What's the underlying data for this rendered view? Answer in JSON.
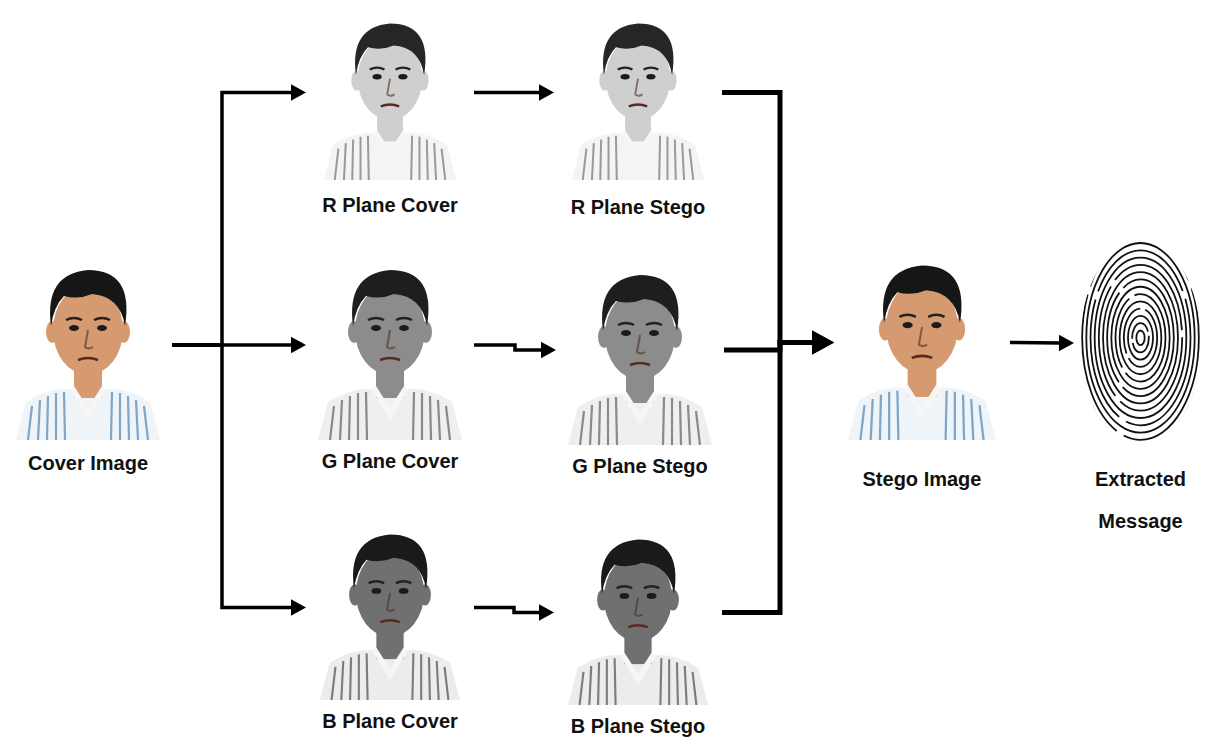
{
  "diagram": {
    "nodes": [
      {
        "text": [
          "Cover Image"
        ]
      },
      {
        "text": [
          "R Plane Cover"
        ]
      },
      {
        "text": [
          "R Plane Stego"
        ]
      },
      {
        "text": [
          "G Plane Cover"
        ]
      },
      {
        "text": [
          "G Plane Stego"
        ]
      },
      {
        "text": [
          "B Plane Cover"
        ]
      },
      {
        "text": [
          "B Plane Stego"
        ]
      },
      {
        "text": [
          "Stego Image"
        ]
      },
      {
        "text": [
          "Extracted Message"
        ]
      }
    ],
    "edges": [
      {
        "from": 0,
        "to": 1,
        "arrow": "to"
      },
      {
        "from": 0,
        "to": 3,
        "arrow": "to"
      },
      {
        "from": 0,
        "to": 5,
        "arrow": "to"
      },
      {
        "from": 1,
        "to": 2,
        "arrow": "to"
      },
      {
        "from": 3,
        "to": 4,
        "arrow": "to"
      },
      {
        "from": 5,
        "to": 6,
        "arrow": "to"
      },
      {
        "from": 2,
        "to": 7,
        "arrow": "to"
      },
      {
        "from": 4,
        "to": 7,
        "arrow": "to"
      },
      {
        "from": 6,
        "to": 7,
        "arrow": "to"
      },
      {
        "from": 7,
        "to": 8,
        "arrow": "to"
      }
    ]
  }
}
